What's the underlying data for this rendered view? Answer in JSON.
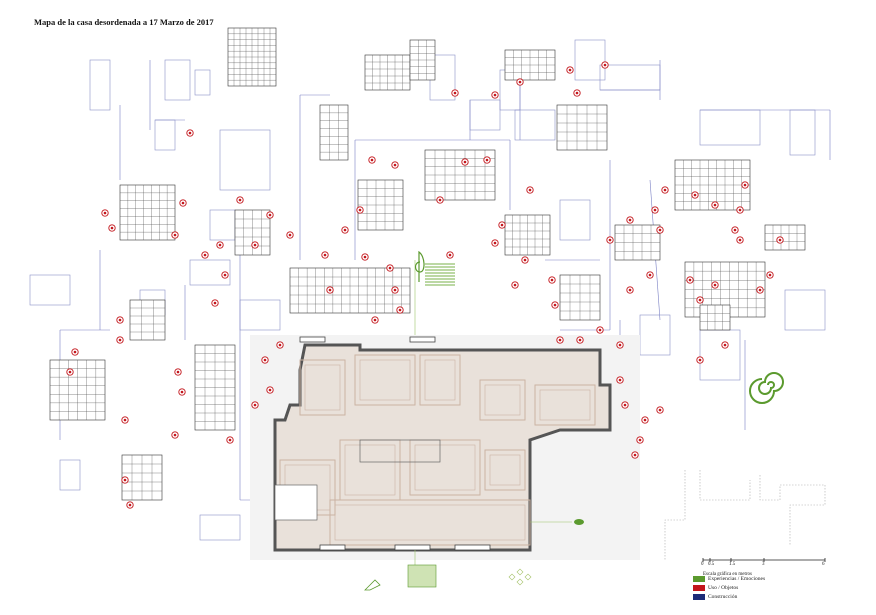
{
  "title": "Mapa de la casa desordenada a 17 Marzo de 2017",
  "scale": {
    "ticks": [
      "0",
      "0.5",
      "1.5",
      "3",
      "6"
    ],
    "label": "Escala gráfica en metros"
  },
  "legend": [
    {
      "label": "Experiencias / Emociones",
      "color": "#5b9a2e"
    },
    {
      "label": "Uso / Objetos",
      "color": "#c3161c"
    },
    {
      "label": "Construcción",
      "color": "#1d2b78"
    }
  ],
  "colors": {
    "furniture_lines": "#8a90c8",
    "walls": "#555555",
    "floor_tint": "#e9e1da",
    "floor_lines": "#cbb3a3"
  }
}
